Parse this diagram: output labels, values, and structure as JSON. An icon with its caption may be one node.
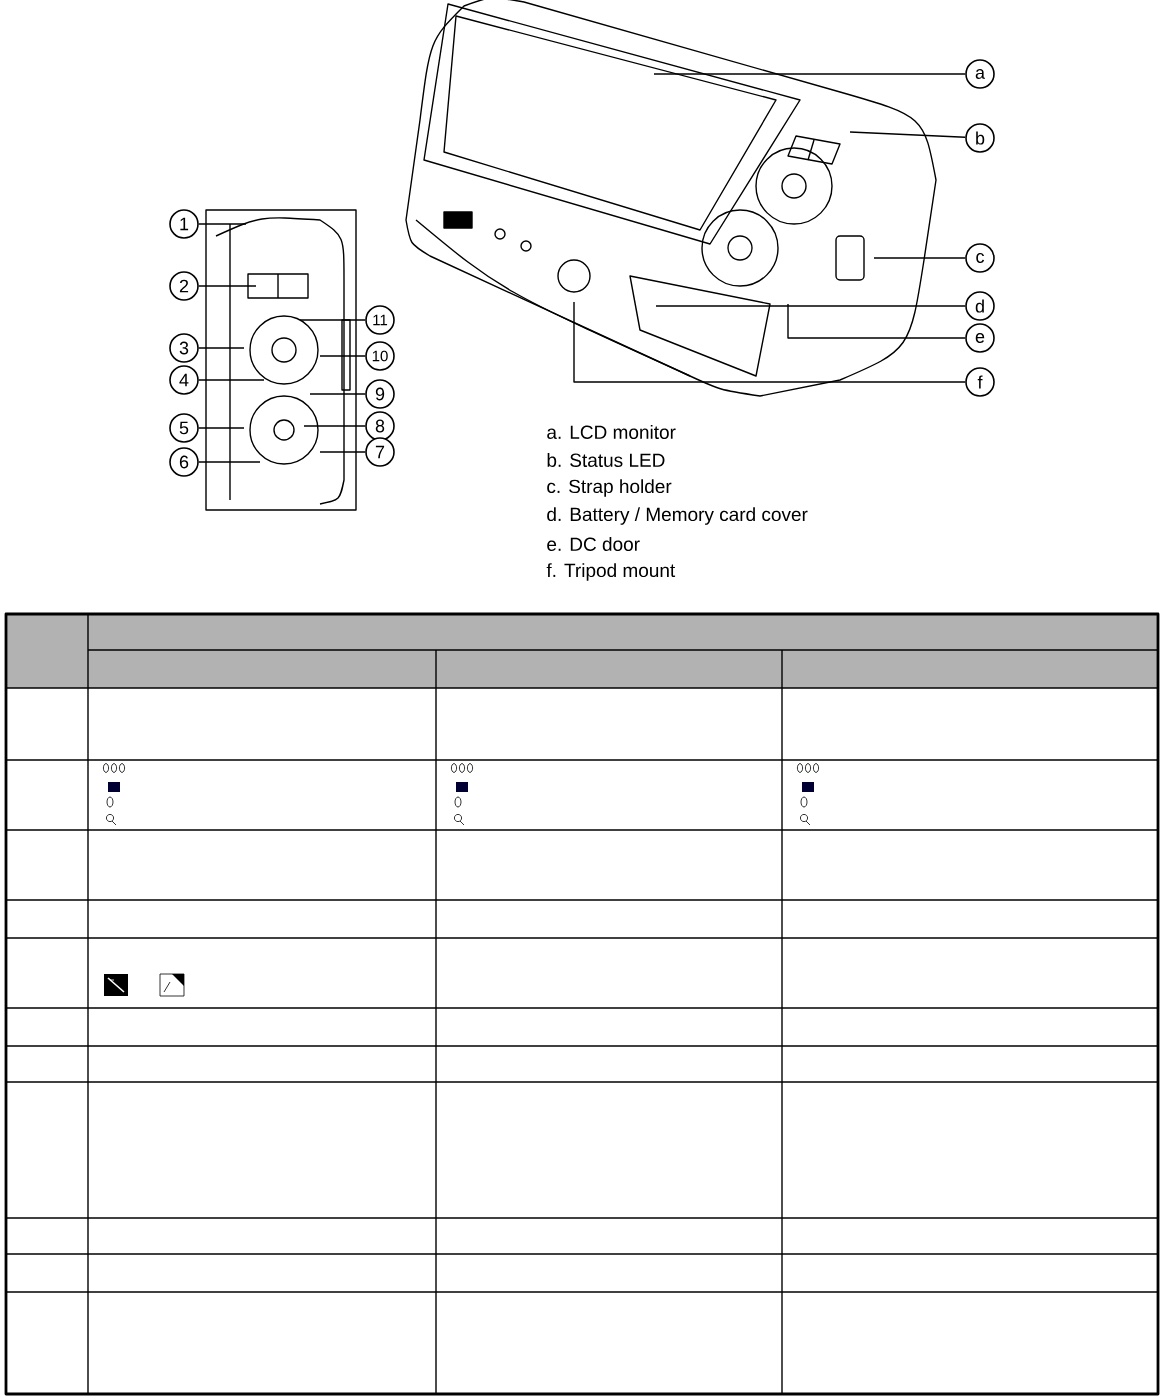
{
  "diagram": {
    "nodes": [
      {
        "text": [
          "a"
        ]
      },
      {
        "text": [
          "b"
        ]
      },
      {
        "text": [
          "c"
        ]
      },
      {
        "text": [
          "d"
        ]
      },
      {
        "text": [
          "e"
        ]
      },
      {
        "text": [
          "f"
        ]
      },
      {
        "text": [
          "1"
        ]
      },
      {
        "text": [
          "2"
        ]
      },
      {
        "text": [
          "3"
        ]
      },
      {
        "text": [
          "4"
        ]
      },
      {
        "text": [
          "5"
        ]
      },
      {
        "text": [
          "6"
        ]
      },
      {
        "text": [
          "11"
        ]
      },
      {
        "text": [
          "10"
        ]
      },
      {
        "text": [
          "9"
        ]
      },
      {
        "text": [
          "8"
        ]
      },
      {
        "text": [
          "7"
        ]
      }
    ],
    "edges": [
      {
        "from": 0,
        "to": null,
        "arrow": "none"
      },
      {
        "from": 1,
        "to": null,
        "arrow": "none"
      },
      {
        "from": 2,
        "to": null,
        "arrow": "none"
      },
      {
        "from": 3,
        "to": null,
        "arrow": "none"
      },
      {
        "from": 4,
        "to": null,
        "arrow": "none"
      },
      {
        "from": 5,
        "to": null,
        "arrow": "none"
      },
      {
        "from": 6,
        "to": null,
        "arrow": "none"
      },
      {
        "from": 7,
        "to": null,
        "arrow": "none"
      },
      {
        "from": 8,
        "to": null,
        "arrow": "none"
      },
      {
        "from": 9,
        "to": null,
        "arrow": "none"
      },
      {
        "from": 10,
        "to": null,
        "arrow": "none"
      },
      {
        "from": 11,
        "to": null,
        "arrow": "none"
      },
      {
        "from": 12,
        "to": null,
        "arrow": "none"
      },
      {
        "from": 13,
        "to": null,
        "arrow": "none"
      },
      {
        "from": 14,
        "to": null,
        "arrow": "none"
      },
      {
        "from": 15,
        "to": null,
        "arrow": "none"
      },
      {
        "from": 16,
        "to": null,
        "arrow": "none"
      }
    ],
    "labels": [
      "a. LCD monitor",
      "b. Status LED",
      "c. Strap holder",
      "d. Battery / Memory card cover",
      "e. DC door",
      "f.  Tripod mount"
    ]
  }
}
